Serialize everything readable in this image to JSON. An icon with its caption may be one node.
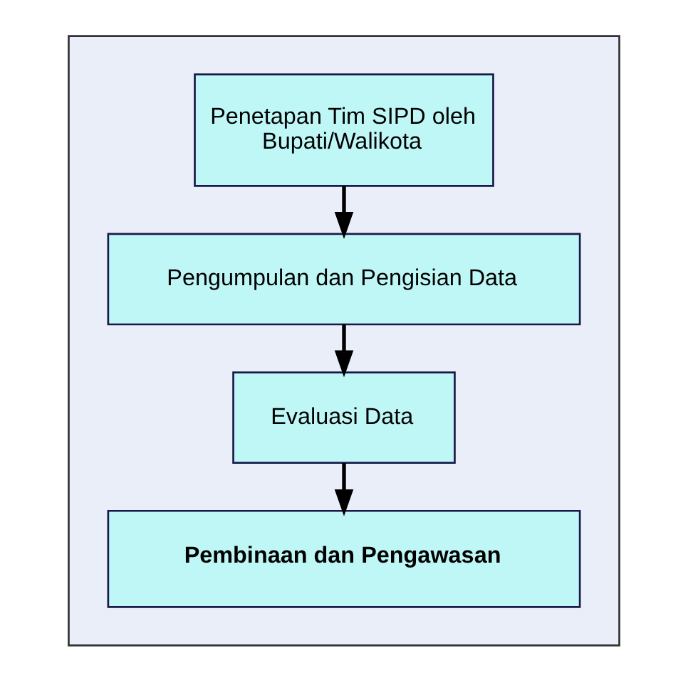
{
  "diagram": {
    "nodes": [
      {
        "text": [],
        "shape": "box"
      },
      {
        "text": [
          "Penetapan Tim SIPD oleh Bupati/Walikota"
        ],
        "in": 0
      },
      {
        "text": [
          "Pengumpulan dan Pengisian Data"
        ],
        "in": 0
      },
      {
        "text": [
          "Evaluasi Data"
        ],
        "in": 0
      },
      {
        "text": [
          "Pembinaan dan Pengawasan"
        ],
        "in": 0
      }
    ],
    "edges": [
      {
        "from": 1,
        "to": 2,
        "arrow": "to"
      },
      {
        "from": 2,
        "to": 3,
        "arrow": "to"
      },
      {
        "from": 3,
        "to": 4,
        "arrow": "to"
      }
    ]
  }
}
